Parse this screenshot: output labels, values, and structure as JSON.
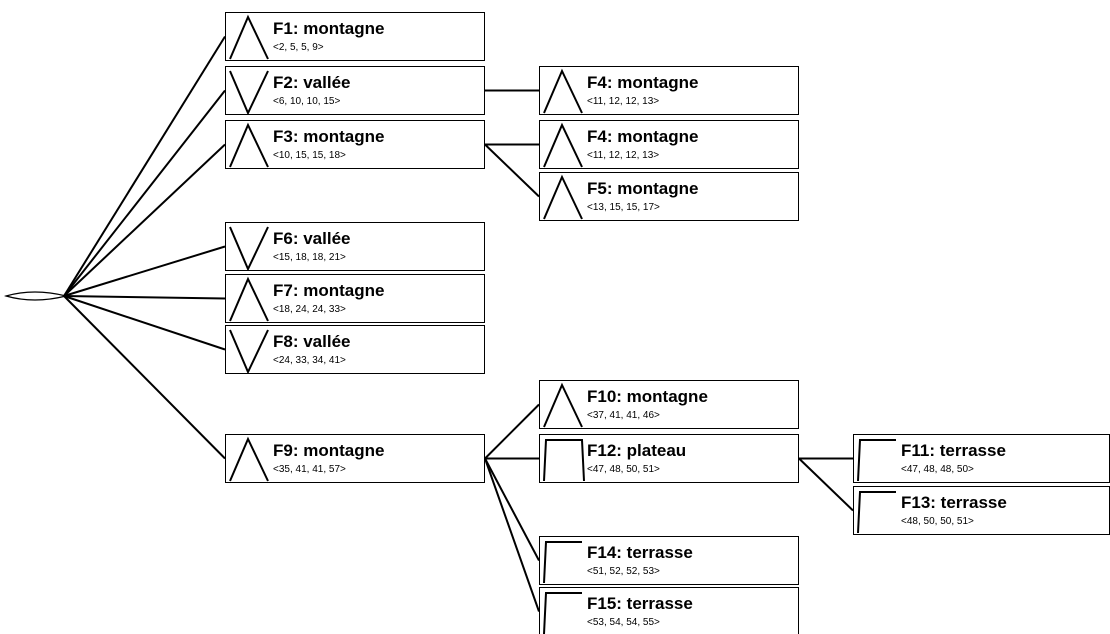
{
  "root": {
    "name": "root-node"
  },
  "nodes": {
    "F1": {
      "title": "F1: montagne",
      "range": "<2, 5, 5, 9>",
      "shape": "mountain"
    },
    "F2": {
      "title": "F2: vallée",
      "range": "<6, 10, 10, 15>",
      "shape": "valley"
    },
    "F3": {
      "title": "F3: montagne",
      "range": "<10, 15, 15, 18>",
      "shape": "mountain"
    },
    "F4a": {
      "title": "F4: montagne",
      "range": "<11, 12, 12, 13>",
      "shape": "mountain"
    },
    "F4b": {
      "title": "F4: montagne",
      "range": "<11, 12, 12, 13>",
      "shape": "mountain"
    },
    "F5": {
      "title": "F5: montagne",
      "range": "<13, 15, 15, 17>",
      "shape": "mountain"
    },
    "F6": {
      "title": "F6: vallée",
      "range": "<15, 18, 18, 21>",
      "shape": "valley"
    },
    "F7": {
      "title": "F7: montagne",
      "range": "<18, 24, 24, 33>",
      "shape": "mountain"
    },
    "F8": {
      "title": "F8: vallée",
      "range": "<24, 33, 34, 41>",
      "shape": "valley"
    },
    "F9": {
      "title": "F9: montagne",
      "range": "<35, 41, 41, 57>",
      "shape": "mountain"
    },
    "F10": {
      "title": "F10: montagne",
      "range": "<37, 41, 41, 46>",
      "shape": "mountain"
    },
    "F12": {
      "title": "F12: plateau",
      "range": "<47, 48, 50, 51>",
      "shape": "plateau"
    },
    "F11": {
      "title": "F11: terrasse",
      "range": "<47, 48, 48, 50>",
      "shape": "terrace"
    },
    "F13": {
      "title": "F13: terrasse",
      "range": "<48, 50, 50, 51>",
      "shape": "terrace"
    },
    "F14": {
      "title": "F14: terrasse",
      "range": "<51, 52, 52, 53>",
      "shape": "terrace"
    },
    "F15": {
      "title": "F15: terrasse",
      "range": "<53, 54, 54, 55>",
      "shape": "terrace"
    }
  },
  "edges": [
    [
      "root",
      "F1"
    ],
    [
      "root",
      "F2"
    ],
    [
      "root",
      "F3"
    ],
    [
      "root",
      "F6"
    ],
    [
      "root",
      "F7"
    ],
    [
      "root",
      "F8"
    ],
    [
      "root",
      "F9"
    ],
    [
      "F2",
      "F4a"
    ],
    [
      "F3",
      "F4b"
    ],
    [
      "F3",
      "F5"
    ],
    [
      "F9",
      "F10"
    ],
    [
      "F9",
      "F12"
    ],
    [
      "F9",
      "F14"
    ],
    [
      "F9",
      "F15"
    ],
    [
      "F12",
      "F11"
    ],
    [
      "F12",
      "F13"
    ]
  ],
  "style": {
    "line_color": "#000000",
    "box_border": "#000000",
    "background": "#ffffff"
  }
}
